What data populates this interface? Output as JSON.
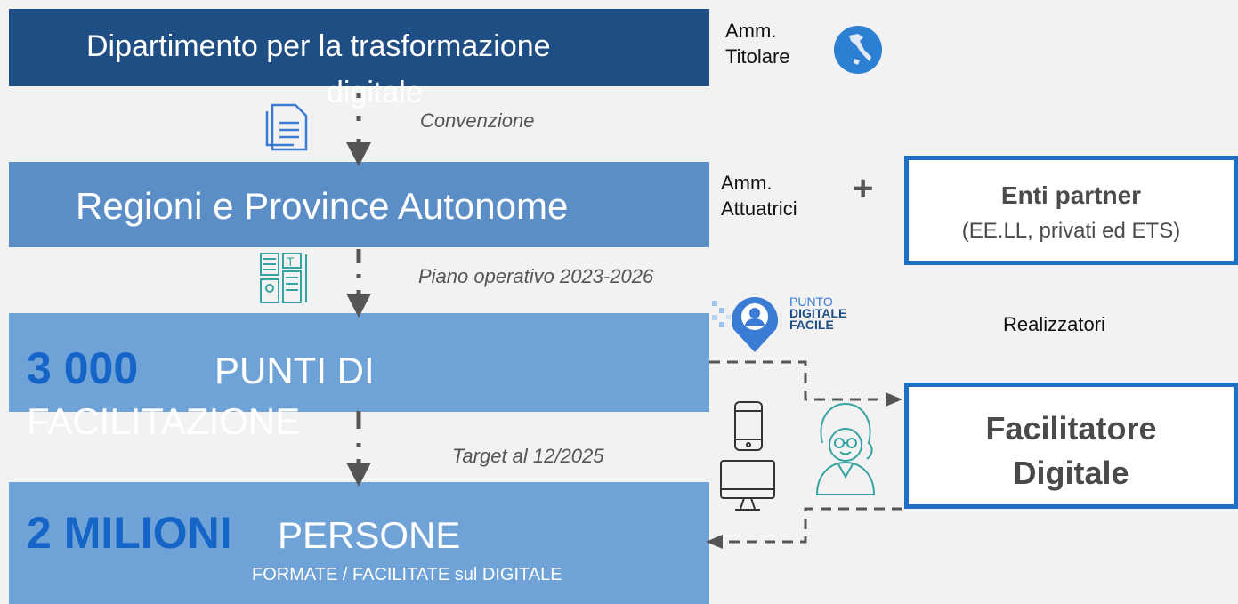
{
  "dept": {
    "line1": "Dipartimento per la trasformazione",
    "line2": "digitale"
  },
  "amm_titolare": {
    "line1": "Amm.",
    "line2": "Titolare"
  },
  "convenzione": "Convenzione",
  "regioni": "Regioni e Province Autonome",
  "amm_attuatrici": {
    "line1": "Amm.",
    "line2": "Attuatrici"
  },
  "plus": "+",
  "enti": {
    "title": "Enti partner",
    "sub": "(EE.LL, privati ed ETS)"
  },
  "piano": "Piano operativo 2023-2026",
  "pdf_logo": {
    "line1": "PUNTO",
    "line2": "DIGITALE",
    "line3": "FACILE"
  },
  "realizzatori": "Realizzatori",
  "punti": {
    "number": "3 000",
    "text1": "PUNTI DI",
    "text2": "FACILITAZIONE"
  },
  "target": "Target al 12/2025",
  "facilitatore": {
    "line1": "Facilitatore",
    "line2": "Digitale"
  },
  "persone": {
    "number": "2 MILIONI",
    "text": "PERSONE",
    "sub": "FORMATE / FACILITATE sul DIGITALE"
  },
  "colors": {
    "dark_blue": "#1f4e85",
    "mid_blue": "#5b8ec7",
    "light_blue": "#6fa3d8",
    "accent": "#1e6fc4",
    "number_blue": "#1565c8"
  }
}
